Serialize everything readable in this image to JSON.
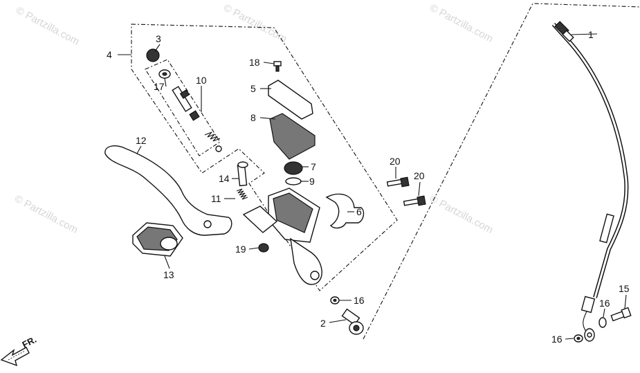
{
  "watermark": "© Partzilla.com",
  "direction_label": "FR.",
  "callouts": [
    {
      "id": "1",
      "text": "1"
    },
    {
      "id": "2",
      "text": "2"
    },
    {
      "id": "3",
      "text": "3"
    },
    {
      "id": "4",
      "text": "4"
    },
    {
      "id": "5",
      "text": "5"
    },
    {
      "id": "6",
      "text": "6"
    },
    {
      "id": "7",
      "text": "7"
    },
    {
      "id": "8",
      "text": "8"
    },
    {
      "id": "9",
      "text": "9"
    },
    {
      "id": "10",
      "text": "10"
    },
    {
      "id": "11",
      "text": "11"
    },
    {
      "id": "12",
      "text": "12"
    },
    {
      "id": "13",
      "text": "13"
    },
    {
      "id": "14",
      "text": "14"
    },
    {
      "id": "15",
      "text": "15"
    },
    {
      "id": "16a",
      "text": "16"
    },
    {
      "id": "16b",
      "text": "16"
    },
    {
      "id": "16c",
      "text": "16"
    },
    {
      "id": "17",
      "text": "17"
    },
    {
      "id": "18",
      "text": "18"
    },
    {
      "id": "19",
      "text": "19"
    },
    {
      "id": "20a",
      "text": "20"
    },
    {
      "id": "20b",
      "text": "20"
    }
  ]
}
